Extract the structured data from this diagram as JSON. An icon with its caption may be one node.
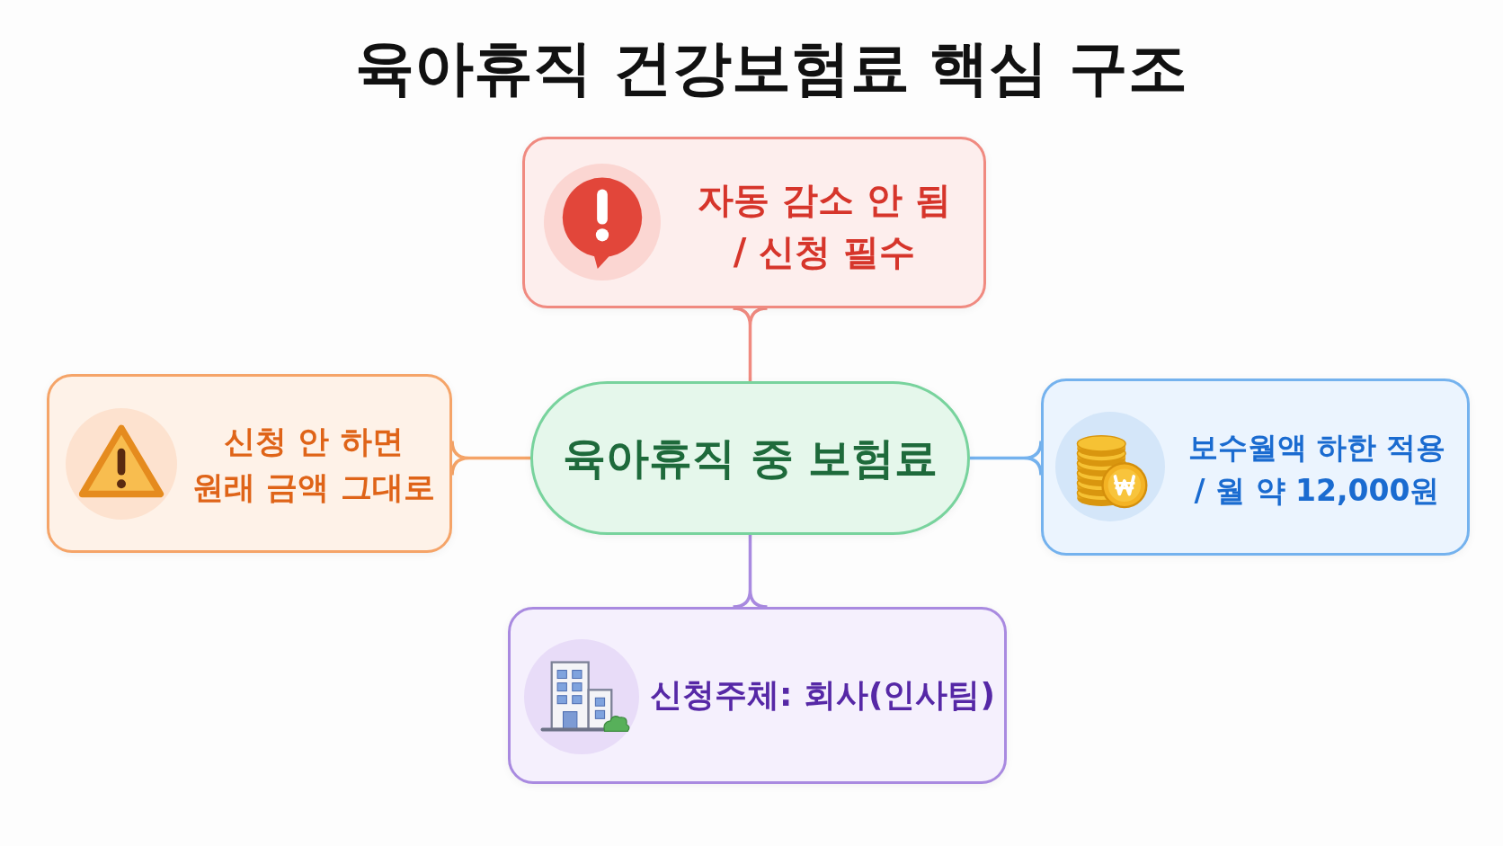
{
  "diagram": {
    "title": "육아휴직 건강보험료 핵심 구조",
    "nodes": [
      {
        "text": [
          "자동 감소 안 됨 / 신청 필수"
        ]
      },
      {
        "text": [
          "신청 안 하면 원래 금액 그대로"
        ]
      },
      {
        "text": [
          "육아휴직 중 보험료"
        ]
      },
      {
        "text": [
          "보수월액 하한 적용 / 월 약 12,000원"
        ]
      },
      {
        "text": [
          "신청주체: 회사(인사팀)"
        ]
      }
    ],
    "edges": [
      {
        "from": 2,
        "to": 0,
        "arrow": "none",
        "color": "#f08a80"
      },
      {
        "from": 2,
        "to": 1,
        "arrow": "none",
        "color": "#f5a468"
      },
      {
        "from": 2,
        "to": 3,
        "arrow": "none",
        "color": "#74b2ee"
      },
      {
        "from": 2,
        "to": 4,
        "arrow": "none",
        "color": "#a98ae0"
      }
    ]
  }
}
